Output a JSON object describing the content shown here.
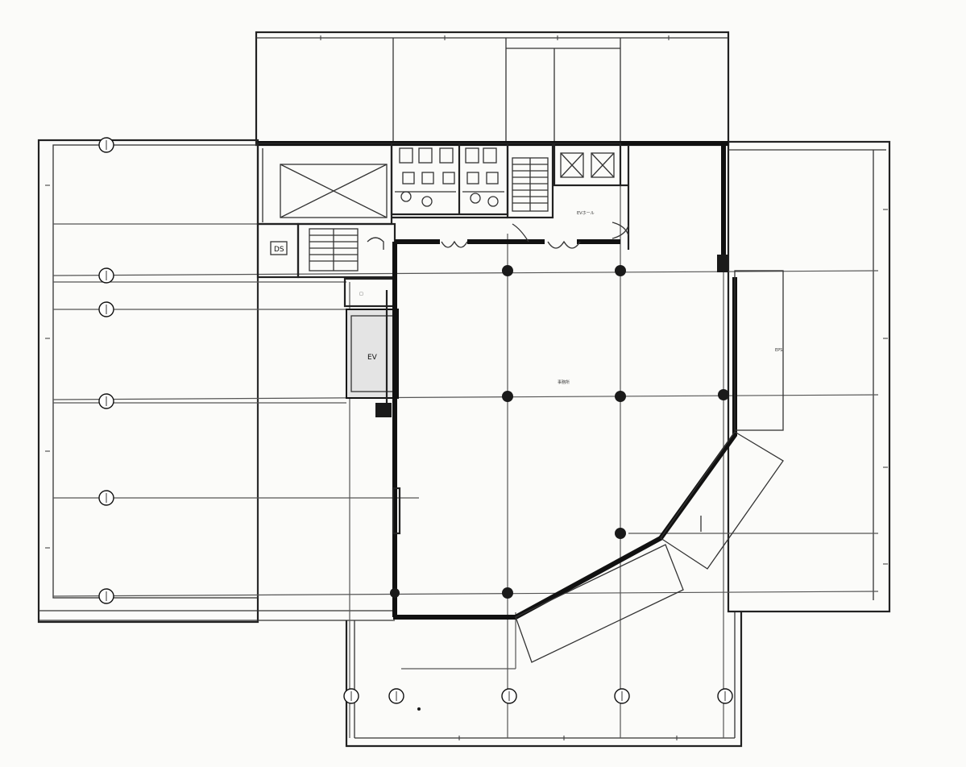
{
  "plan": {
    "labels": {
      "shaft_small": "DS",
      "shaft_left": "EV",
      "room_right": "EPS",
      "office": "事務所",
      "hall": "EVホール"
    },
    "colors": {
      "ink": "#111111",
      "paper": "#fbfbf9"
    }
  }
}
